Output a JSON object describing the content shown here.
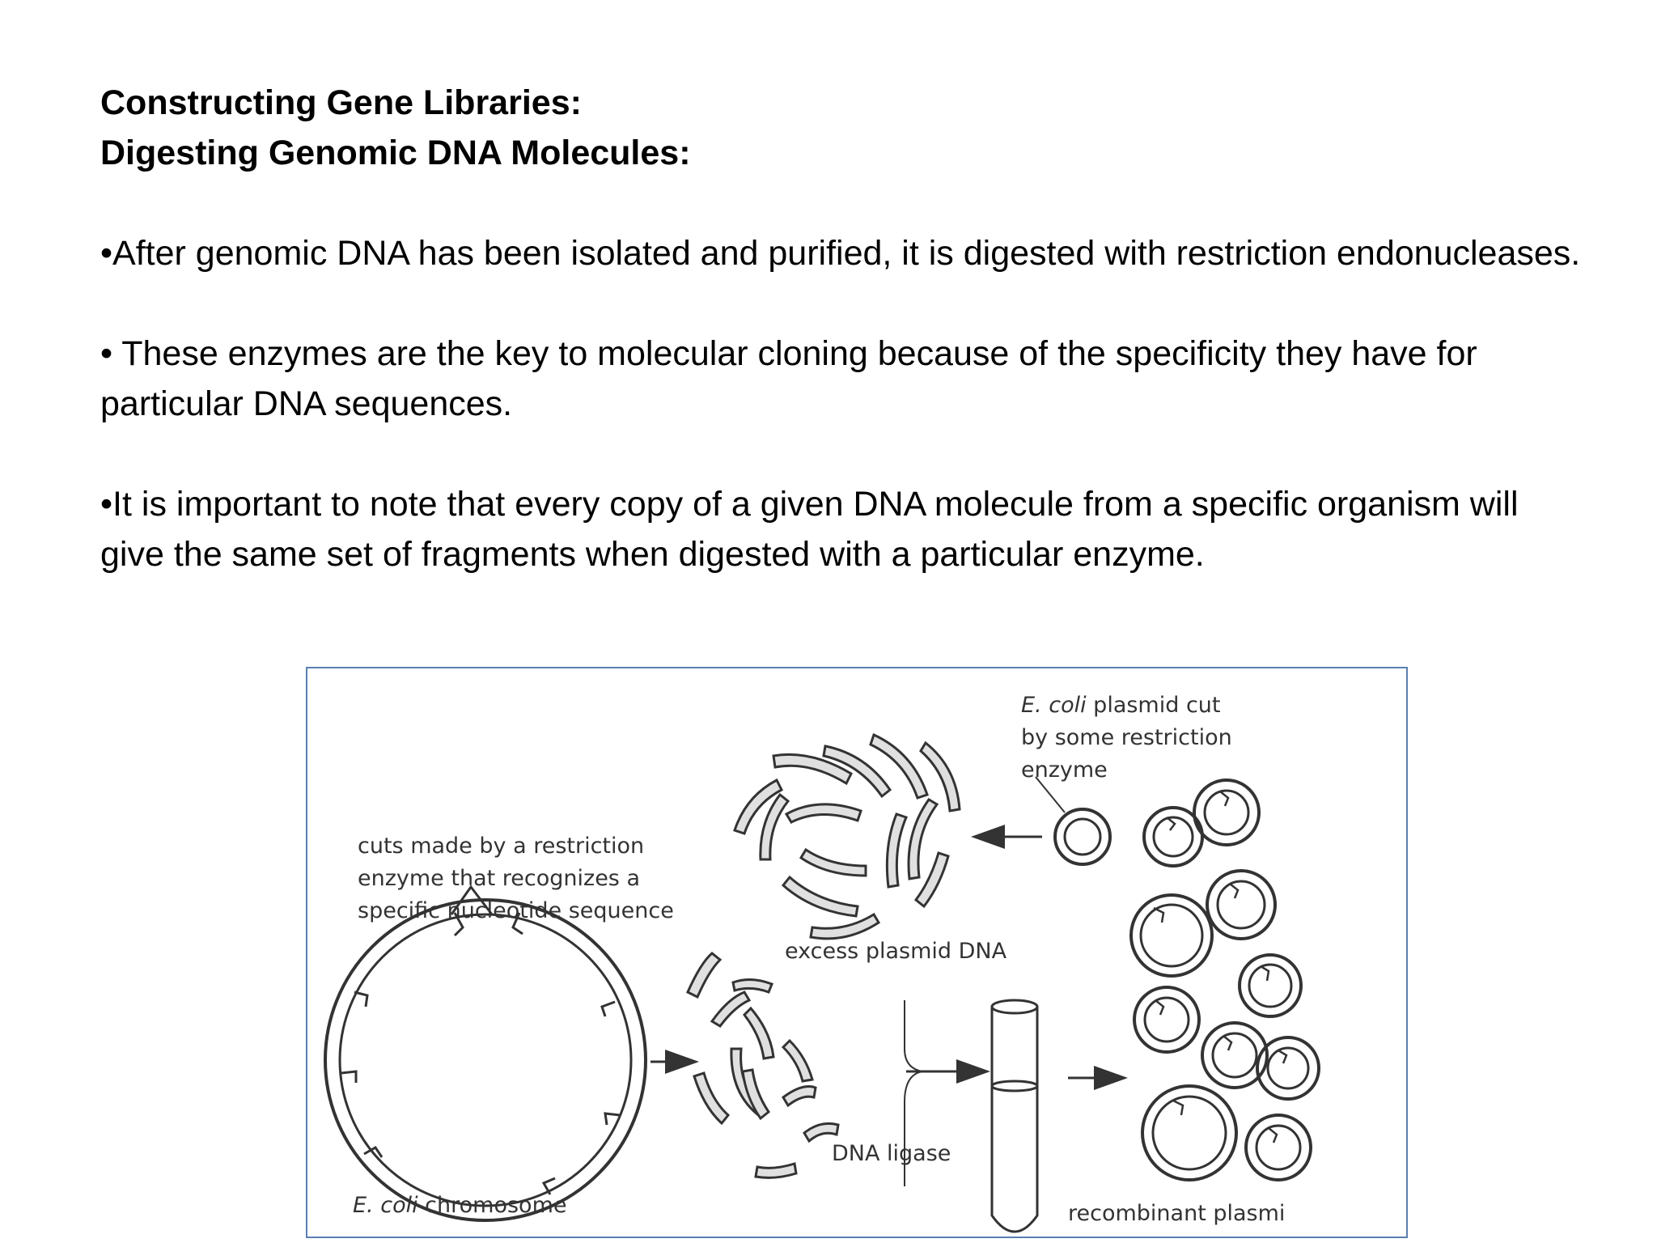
{
  "slide": {
    "title_line1": "Constructing Gene Libraries:",
    "title_line2": "Digesting Genomic DNA Molecules:",
    "bullets": [
      "•After genomic DNA has been isolated and purified, it is digested with restriction endonucleases.",
      "• These enzymes are the key to molecular cloning because of the specificity they have for particular DNA sequences.",
      "•It is important to note that every copy of a given DNA molecule from a specific organism will give the same set of fragments when digested with a particular enzyme."
    ]
  },
  "figure": {
    "labels": {
      "cuts": "cuts made by a restriction\nenzyme that recognizes a\nspecific nucleotide sequence",
      "plasmid_cut_italic": "E. coli",
      "plasmid_cut_rest": " plasmid cut\nby some restriction\nenzyme",
      "excess_plasmid": "excess plasmid DNA",
      "dna_ligase": "DNA ligase",
      "chromosome_italic": "E. coli",
      "chromosome_rest": " chromosome",
      "recombinant": "recombinant plasmi"
    },
    "colors": {
      "border": "#5a7fb0",
      "ink": "#333333",
      "fragment_fill": "#e0e0e0"
    }
  }
}
